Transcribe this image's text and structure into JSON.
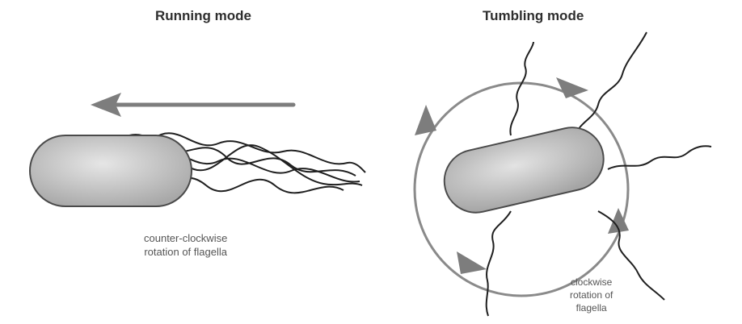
{
  "running": {
    "title": "Running mode",
    "caption_line1": "counter-clockwise",
    "caption_line2": "rotation of flagella"
  },
  "tumbling": {
    "title": "Tumbling mode",
    "caption_line1": "clockwise",
    "caption_line2": "rotation of",
    "caption_line3": "flagella"
  },
  "colors": {
    "cell_fill": "#c9c9c9",
    "cell_stroke": "#4a4a4a",
    "flagella": "#1f1f1f",
    "arrows": "#7d7d7d"
  }
}
